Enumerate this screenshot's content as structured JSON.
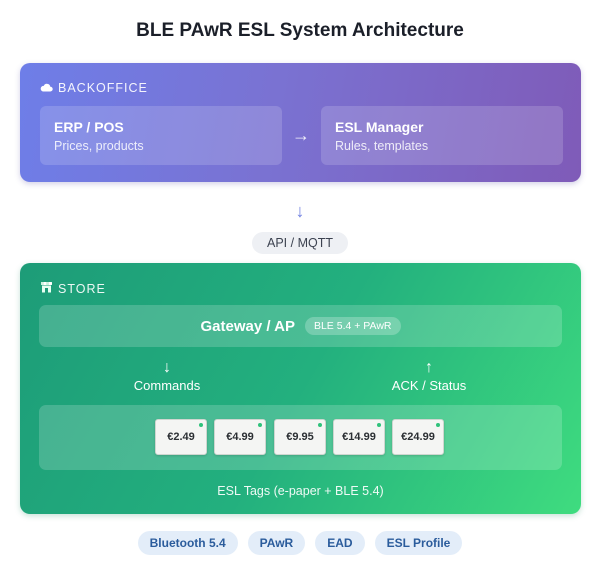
{
  "title": "BLE PAwR ESL System Architecture",
  "backoffice": {
    "header": "BACKOFFICE",
    "header_icon": "cloud-icon",
    "erp": {
      "title": "ERP / POS",
      "subtitle": "Prices, products"
    },
    "arrow": "→",
    "esl_manager": {
      "title": "ESL Manager",
      "subtitle": "Rules, templates"
    }
  },
  "api": {
    "arrow": "↓",
    "label": "API / MQTT"
  },
  "store": {
    "header": "STORE",
    "header_icon": "store-icon",
    "gateway": {
      "title": "Gateway / AP",
      "badge": "BLE 5.4 + PAwR"
    },
    "commands": {
      "arrow": "↓",
      "label": "Commands"
    },
    "ack": {
      "arrow": "↑",
      "label": "ACK / Status"
    },
    "tags": [
      "€2.49",
      "€4.99",
      "€9.95",
      "€14.99",
      "€24.99"
    ],
    "tags_caption": "ESL Tags (e-paper + BLE 5.4)"
  },
  "pills": [
    "Bluetooth 5.4",
    "PAwR",
    "EAD",
    "ESL Profile"
  ],
  "colors": {
    "backoffice_gradient": [
      "#6e7ee8",
      "#7f5bb8"
    ],
    "store_gradient": [
      "#1d9c78",
      "#3fdc7f"
    ],
    "pill_bg": "#e3edf9",
    "pill_text": "#2b5c9c"
  }
}
